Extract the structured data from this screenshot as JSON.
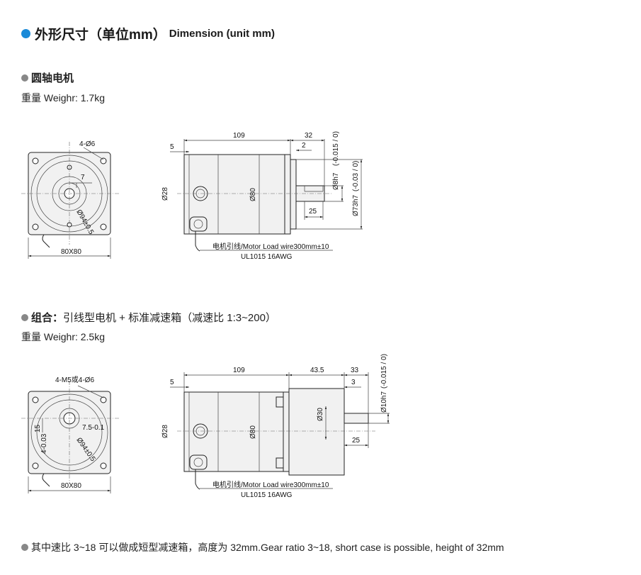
{
  "header": {
    "title_cn": "外形尺寸（单位mm）",
    "title_en": "Dimension (unit mm)"
  },
  "section1": {
    "label": "圆轴电机",
    "weight": "重量 Weighr: 1.7kg",
    "dims": {
      "holes": "4-Ø6",
      "key": "7",
      "pcd": "Ø94±0.5",
      "square": "80X80",
      "length": "109",
      "shaft_len": "32",
      "flange": "5",
      "step": "2",
      "boss": "Ø28",
      "body_dia": "Ø80",
      "shaft_dia": "Ø8h7",
      "shaft_tol": "(-0.015 / 0)",
      "spigot_dia": "Ø73h7",
      "spigot_tol": "(-0.03 / 0)",
      "key_len": "25",
      "wire": "电机引线/Motor Load wire300mm±10",
      "wire_spec": "UL1015 16AWG"
    }
  },
  "section2": {
    "label_bold": "组合：",
    "label": "引线型电机 + 标准减速箱（减速比 1:3~200）",
    "weight": "重量 Weighr: 2.5kg",
    "dims": {
      "holes": "4-M5或4-Ø6",
      "dim15": "15",
      "key_h": "4-0.03",
      "key_w": "7.5-0.1",
      "pcd": "Ø94±0.5",
      "square": "80X80",
      "length": "109",
      "gear_len": "43.5",
      "shaft_len": "33",
      "flange": "5",
      "step": "3",
      "boss": "Ø28",
      "body_dia": "Ø80",
      "spigot": "Ø30",
      "shaft_dia": "Ø10h7",
      "shaft_tol": "(-0.015 / 0)",
      "key_len": "25",
      "wire": "电机引线/Motor Load wire300mm±10",
      "wire_spec": "UL1015 16AWG"
    }
  },
  "footer": {
    "note": "其中速比 3~18 可以做成短型减速箱，高度为 32mm.Gear ratio 3~18, short case is possible, height of 32mm"
  },
  "colors": {
    "accent_dot": "#1a8ad8",
    "bullet_dot": "#888888"
  }
}
